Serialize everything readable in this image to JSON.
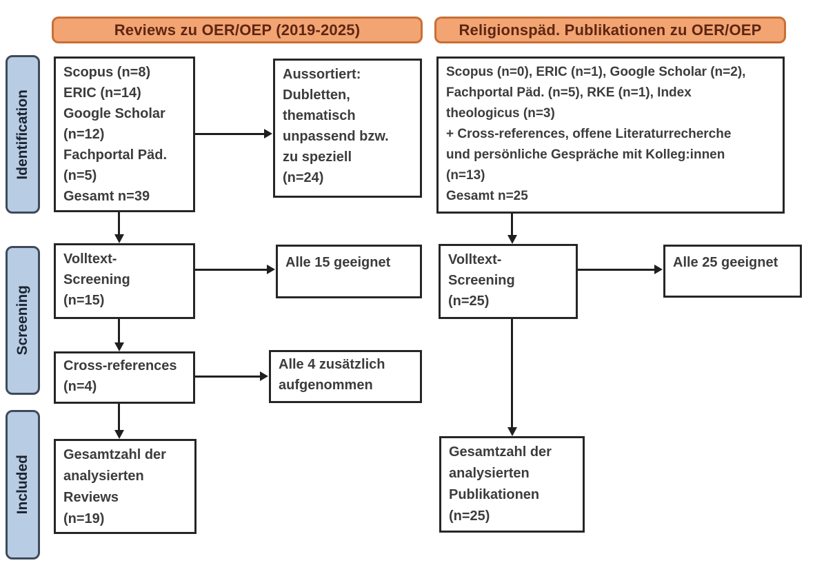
{
  "headers": {
    "left": "Reviews zu OER/OEP (2019-2025)",
    "right": "Religionspäd. Publikationen zu OER/OEP"
  },
  "stages": [
    {
      "label": "Identification"
    },
    {
      "label": "Screening"
    },
    {
      "label": "Included"
    }
  ],
  "boxes": {
    "reviews_sources": "Scopus (n=8)\nERIC (n=14)\nGoogle Scholar\n(n=12)\nFachportal Päd.\n(n=5)\nGesamt n=39",
    "aussortiert": "Aussortiert:\nDubletten,\nthematisch\nunpassend bzw.\nzu speziell\n(n=24)",
    "relpaed_sources": "Scopus (n=0), ERIC (n=1), Google Scholar (n=2),\nFachportal Päd. (n=5), RKE (n=1), Index\ntheologicus (n=3)\n+ Cross-references, offene Literaturrecherche\nund persönliche Gespräche mit Kolleg:innen\n(n=13)\nGesamt n=25",
    "volltext_screening_reviews": "Volltext-\nScreening\n(n=15)",
    "alle_15_geeignet": "Alle 15 geeignet",
    "volltext_screening_relpaed": "Volltext-\nScreening\n(n=25)",
    "alle_25_geeignet": "Alle 25 geeignet",
    "cross_references": "Cross-references\n(n=4)",
    "alle_4_zusaetzlich": "Alle 4 zusätzlich\naufgenommen",
    "gesamt_reviews": "Gesamtzahl der\nanalysierten\nReviews\n(n=19)",
    "gesamt_publikationen": "Gesamtzahl der\nanalysierten\nPublikationen\n(n=25)"
  },
  "colors": {
    "header_fill": "#F2A473",
    "header_border": "#C96F35",
    "header_text": "#5E2612",
    "stage_fill": "#B8CCE4",
    "stage_border": "#3E4A59",
    "stage_text": "#1B2430",
    "box_border": "#262626",
    "box_text": "#3C3C3C",
    "arrow": "#1F1F1F",
    "background": "#FFFFFF"
  }
}
